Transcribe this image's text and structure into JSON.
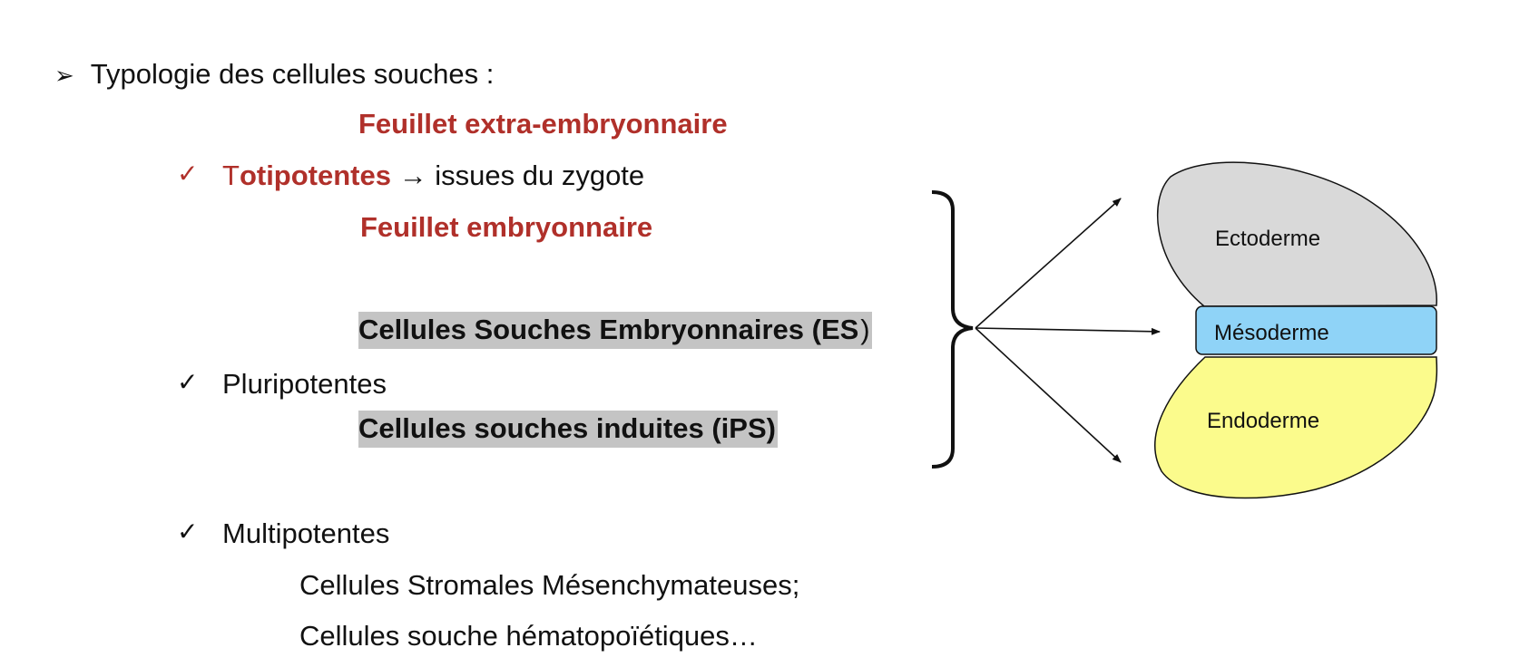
{
  "bullet_main": {
    "marker": "➢",
    "text": "Typologie des cellules souches :"
  },
  "heading_extra": "Feuillet extra-embryonnaire",
  "totipotentes": {
    "check": "✓",
    "first_letter": "T",
    "rest": "otipotentes",
    "arrow": "→",
    "suffix": "issues du zygote"
  },
  "heading_embryo": "Feuillet embryonnaire",
  "es_box": {
    "text": "Cellules Souches Embryonnaires (ES",
    "close": ")"
  },
  "pluripotentes": {
    "check": "✓",
    "text": "Pluripotentes"
  },
  "ips_box": {
    "text": "Cellules souches induites (iPS)"
  },
  "multipotentes": {
    "check": "✓",
    "text": "Multipotentes",
    "items": [
      "Cellules Stromales Mésenchymateuses;",
      "Cellules souche hématopoïétiques…"
    ]
  },
  "germ_layers": {
    "ectoderme": {
      "label": "Ectoderme",
      "color": "#d9d9d9"
    },
    "mesoderme": {
      "label": "Mésoderme",
      "color": "#8fd3f7"
    },
    "endoderme": {
      "label": "Endoderme",
      "color": "#fbfb8c"
    }
  },
  "colors": {
    "accent_red": "#b0302a",
    "highlight_gray": "#c4c4c4"
  }
}
